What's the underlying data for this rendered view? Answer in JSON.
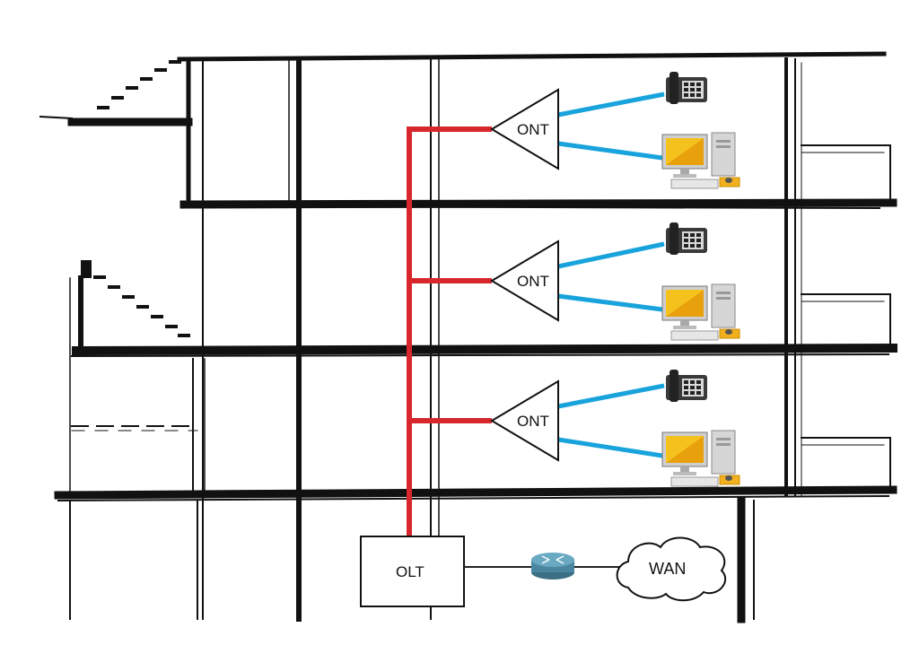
{
  "colors": {
    "fiber": "#d8272c",
    "ethernet": "#19a3dc",
    "building_lines": "#111111",
    "wan_link": "#222222"
  },
  "diagram": {
    "olt_label": "OLT",
    "wan_label": "WAN",
    "router_icon": "router-icon",
    "floors": [
      {
        "ont_label": "ONT",
        "devices": [
          "phone-icon",
          "computer-icon"
        ]
      },
      {
        "ont_label": "ONT",
        "devices": [
          "phone-icon",
          "computer-icon"
        ]
      },
      {
        "ont_label": "ONT",
        "devices": [
          "phone-icon",
          "computer-icon"
        ]
      }
    ]
  }
}
